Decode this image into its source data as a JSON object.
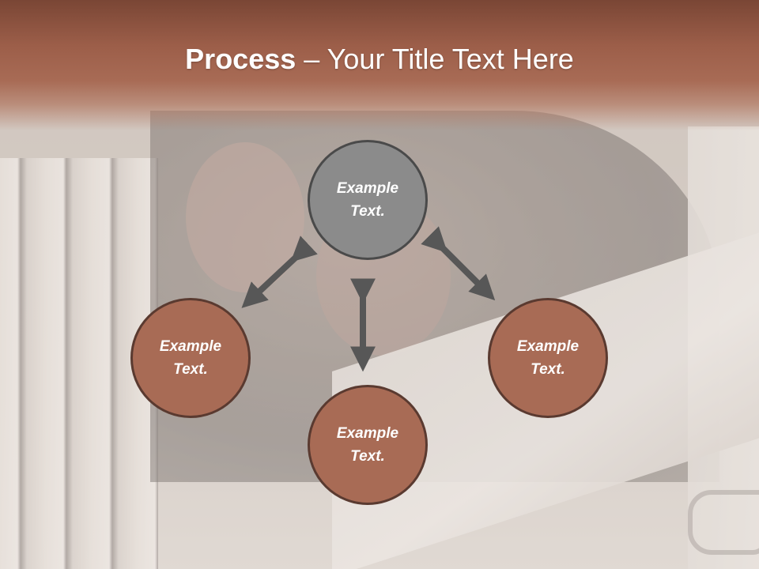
{
  "title": {
    "bold": "Process",
    "rest": " – Your Title Text Here"
  },
  "nodes": {
    "top": {
      "line1": "Example",
      "line2": "Text."
    },
    "left": {
      "line1": "Example",
      "line2": "Text."
    },
    "right": {
      "line1": "Example",
      "line2": "Text."
    },
    "bottom": {
      "line1": "Example",
      "line2": "Text."
    }
  },
  "colors": {
    "header": "#a86b55",
    "node_brown": "#a86b55",
    "node_gray": "#8b8b8b",
    "arrow": "#575757"
  }
}
